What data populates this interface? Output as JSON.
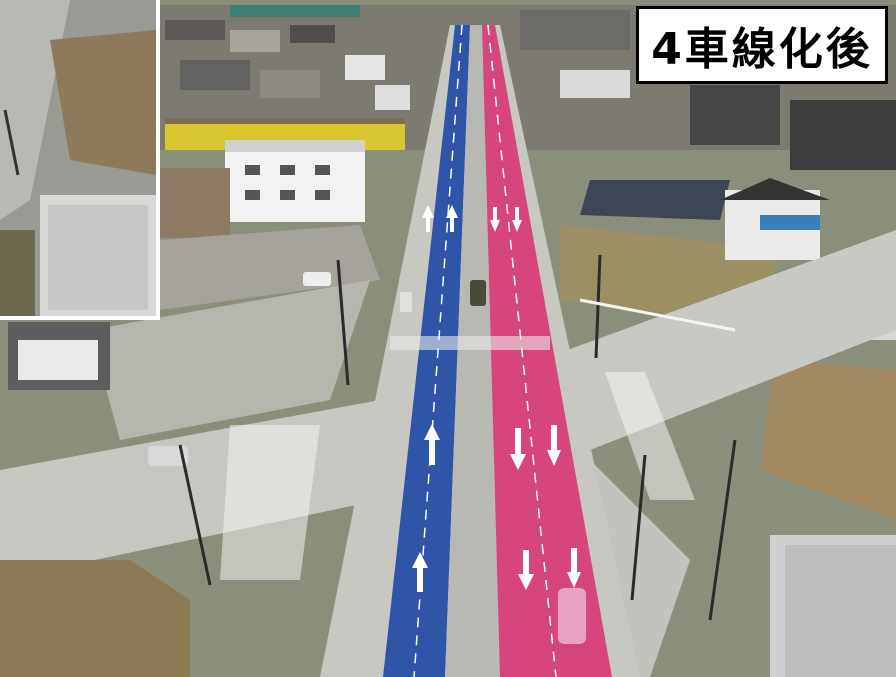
{
  "label": {
    "text": "4車線化後"
  },
  "photo_scene": {
    "description_icons": [
      "road-intersection-aerial",
      "inset-closeup"
    ],
    "lane_colors": {
      "northbound": "#2f55a8",
      "southbound": "#d6457c"
    }
  }
}
